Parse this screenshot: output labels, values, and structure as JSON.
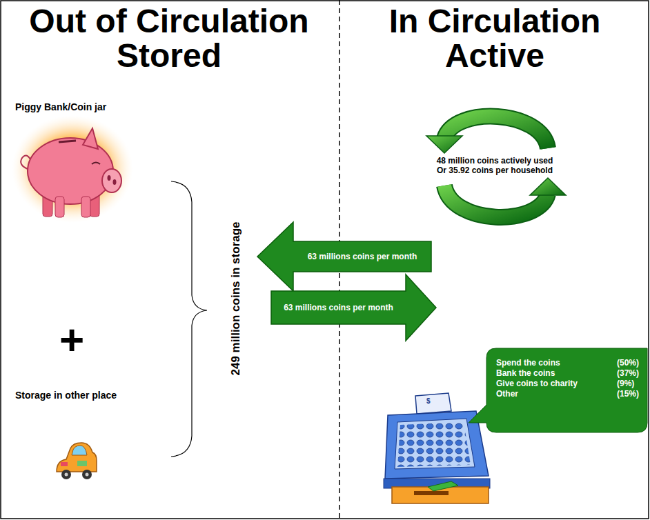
{
  "diagram": {
    "nodes": [
      {
        "text": [
          "Out of Circulation Stored"
        ]
      },
      {
        "text": [
          "In Circulation Active"
        ]
      },
      {
        "text": [
          "249 million coins in storage"
        ],
        "in": 0
      },
      {
        "text": [
          "48 million coins actively used Or 35.92 coins per household"
        ],
        "in": 1
      },
      {
        "text": [
          "Spend the coins",
          "(50%)",
          "Bank the coins",
          "(37%)",
          "Give coins to charity",
          "(9%)",
          "Other",
          "(15%)"
        ],
        "in": 1
      }
    ],
    "edges": [
      {
        "from": 3,
        "to": 2,
        "arrow": "to",
        "label": "63 millions coins per month"
      },
      {
        "from": 2,
        "to": 4,
        "arrow": "to",
        "label": "63 millions coins per month"
      }
    ],
    "labels": [
      "Piggy Bank/Coin jar",
      "+",
      "Storage in other place",
      "$"
    ]
  }
}
